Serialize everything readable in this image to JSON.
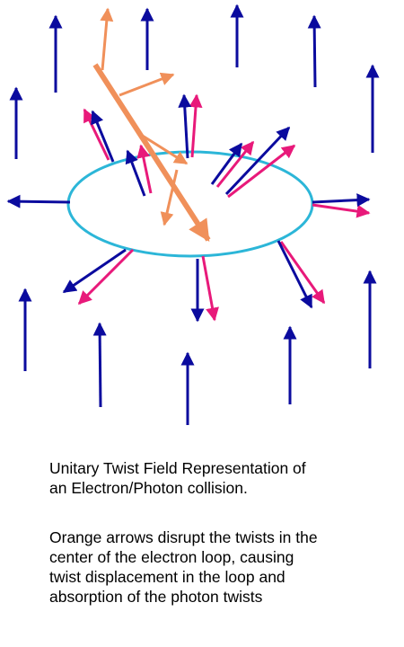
{
  "caption": {
    "title_lines": [
      "Unitary Twist Field Representation of",
      "an Electron/Photon collision."
    ],
    "description_lines": [
      "Orange arrows disrupt the twists in the",
      "center of the electron loop, causing",
      "twist displacement in the loop and",
      "absorption of the photon twists"
    ]
  },
  "colors": {
    "field_arrow": "#0b0b9e",
    "twist_arrow": "#e8197a",
    "photon_arrow": "#f0905a",
    "electron_loop": "#2cb6d8",
    "text": "#000000"
  }
}
